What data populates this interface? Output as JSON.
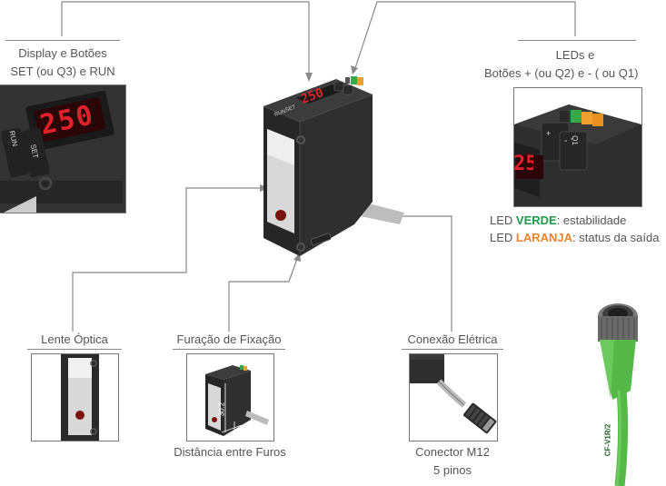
{
  "callouts": {
    "display": {
      "line1": "Display e Botões",
      "line2": "SET (ou Q3) e RUN"
    },
    "leds": {
      "line1": "LEDs e",
      "line2": "Botões + (ou Q2) e - ( ou Q1)"
    },
    "lens": {
      "title": "Lente Óptica"
    },
    "mount": {
      "title": "Furação de Fixação",
      "caption": "Distância entre Furos"
    },
    "connection": {
      "title": "Conexão Elétrica",
      "caption_line1": "Conector M12",
      "caption_line2": "5 pinos"
    }
  },
  "led_legend": {
    "green": {
      "prefix": "LED ",
      "keyword": "VERDE",
      "suffix": ": estabilidade",
      "color": "#1e9a4a"
    },
    "orange": {
      "prefix": "LED ",
      "keyword": "LARANJA",
      "suffix": ": status da saída",
      "color": "#e8852b"
    }
  },
  "device": {
    "display_value": "250",
    "button_set": "SET",
    "button_run": "RUN",
    "button_plus": "+",
    "button_minus": "-",
    "button_q1": "Q1"
  },
  "mount_dimension": "30.2",
  "cable_label": "CF-V1R/2",
  "colors": {
    "display_red": "#e0202a",
    "led_green": "#3aa84a",
    "led_orange": "#f0a030",
    "cable_green": "#55b848"
  }
}
